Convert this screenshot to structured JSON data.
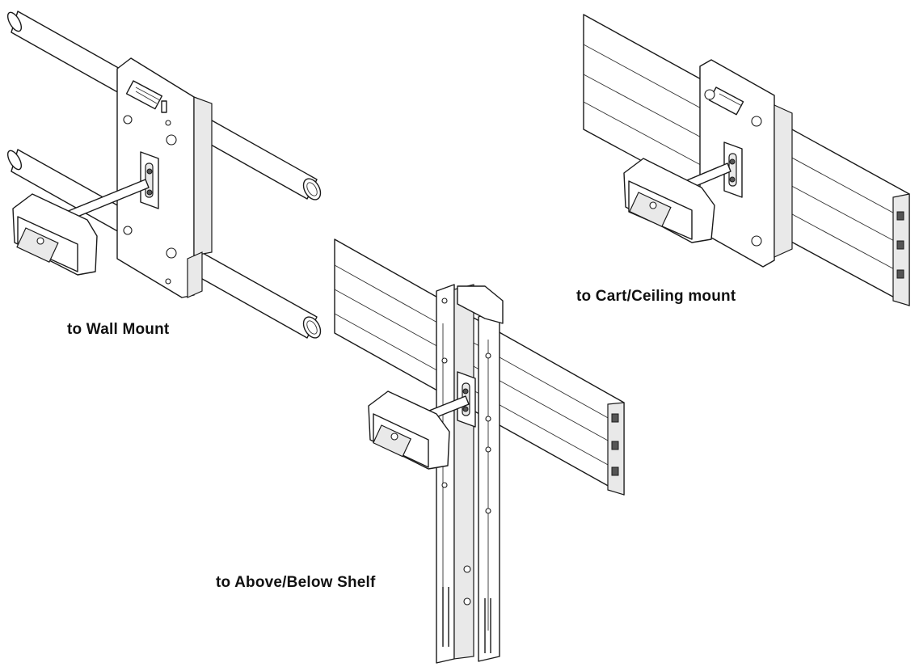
{
  "captions": {
    "wall_mount": "to Wall Mount",
    "cart_ceiling_mount": "to Cart/Ceiling mount",
    "above_below_shelf": "to Above/Below Shelf"
  },
  "colors": {
    "line": "#1a1a1a",
    "fill": "#ffffff",
    "shade": "#e9e9e9"
  }
}
